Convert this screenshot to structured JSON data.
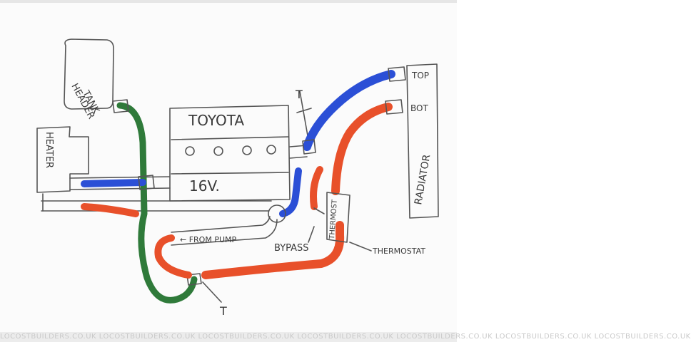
{
  "labels": {
    "header_tank_line1": "HEADER",
    "header_tank_line2": "TANK",
    "engine_brand": "TOYOTA",
    "engine_spec": "16V.",
    "heater": "HEATER",
    "radiator": "RADIATOR",
    "top": "TOP",
    "bot": "BOT",
    "from_pump": "← FROM PUMP",
    "bypass": "BYPASS",
    "thermostat": "THERMOSTAT",
    "thermostat_inline": "THERMOST",
    "tee_top": "T",
    "tee_bottom": "T"
  },
  "colors": {
    "hot": "#e8502a",
    "cold": "#2b4fd6",
    "tank": "#2f7a3a",
    "ink": "#555555"
  },
  "watermark": "LOCOSTBUILDERS.CO.UK LOCOSTBUILDERS.CO.UK LOCOSTBUILDERS.CO.UK LOCOSTBUILDERS.CO.UK LOCOSTBUILDERS.CO.UK LOCOSTBUILDERS.CO.UK LOCOSTBUILDERS.CO.UK"
}
